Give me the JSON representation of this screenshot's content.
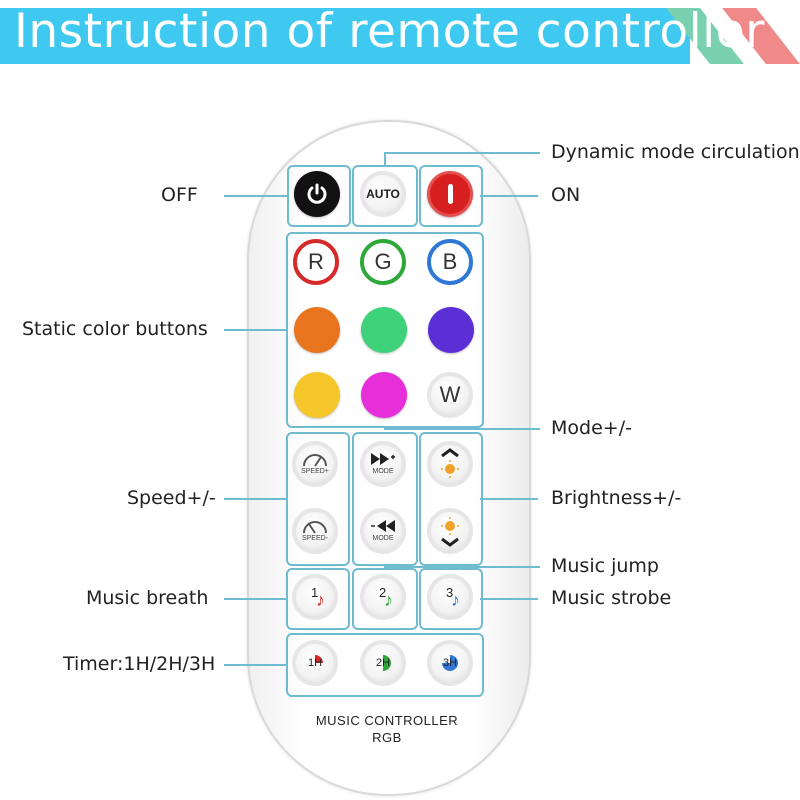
{
  "banner": {
    "title": "Instruction of remote controller",
    "bar_color": "#3fc8f0",
    "stripe_green": "#7ad1b0",
    "stripe_pink": "#f08a8a"
  },
  "labels": {
    "off": "OFF",
    "on": "ON",
    "dynamic": "Dynamic mode circulation",
    "static": "Static color buttons",
    "mode": "Mode+/-",
    "speed": "Speed+/-",
    "brightness": "Brightness+/-",
    "music_jump": "Music jump",
    "music_breath": "Music breath",
    "music_strobe": "Music strobe",
    "timer": "Timer:1H/2H/3H"
  },
  "buttons": {
    "auto": "AUTO",
    "r": "R",
    "g": "G",
    "b": "B",
    "w": "W",
    "speed_plus": "SPEED+",
    "speed_minus": "SPEED-",
    "mode_plus": "MODE",
    "mode_minus": "MODE",
    "music1": "1",
    "music2": "2",
    "music3": "3",
    "timer1": "1H",
    "timer2": "2H",
    "timer3": "3H"
  },
  "colors": {
    "orange": "#e8741e",
    "green": "#3ed27a",
    "purple": "#5b2fd6",
    "yellow": "#f4c62a",
    "magenta": "#e62fd8",
    "red_on": "#d81f1f",
    "r_ring": "#d62a2a",
    "g_ring": "#2fa83a",
    "b_ring": "#2f78d6"
  },
  "brand": {
    "line1": "MUSIC CONTROLLER",
    "line2": "RGB"
  }
}
